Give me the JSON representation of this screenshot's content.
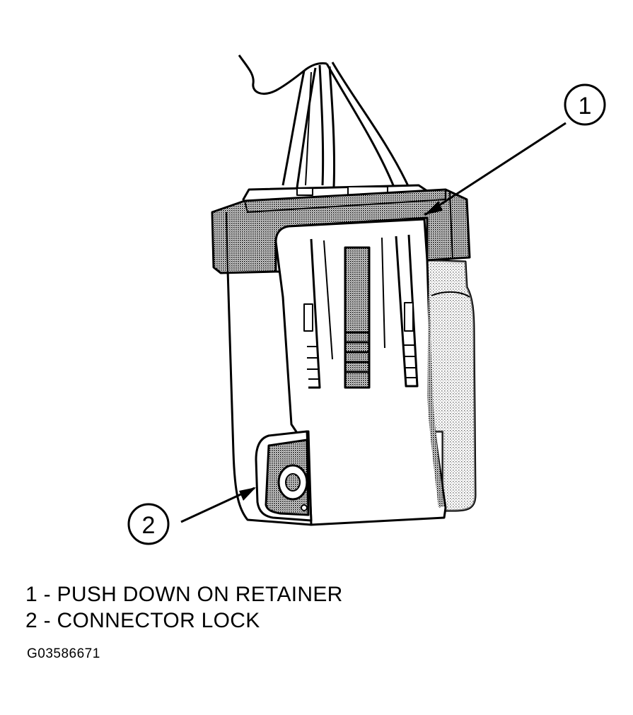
{
  "callouts": [
    {
      "number": "1",
      "target": "retainer"
    },
    {
      "number": "2",
      "target": "connector lock"
    }
  ],
  "legend": [
    {
      "number": "1",
      "text": "1 - PUSH DOWN ON RETAINER"
    },
    {
      "number": "2",
      "text": "2 - CONNECTOR LOCK"
    }
  ],
  "figure_id": "G03586671",
  "colors": {
    "line": "#000000",
    "background": "#ffffff",
    "stipple": "#9a9a9a"
  }
}
